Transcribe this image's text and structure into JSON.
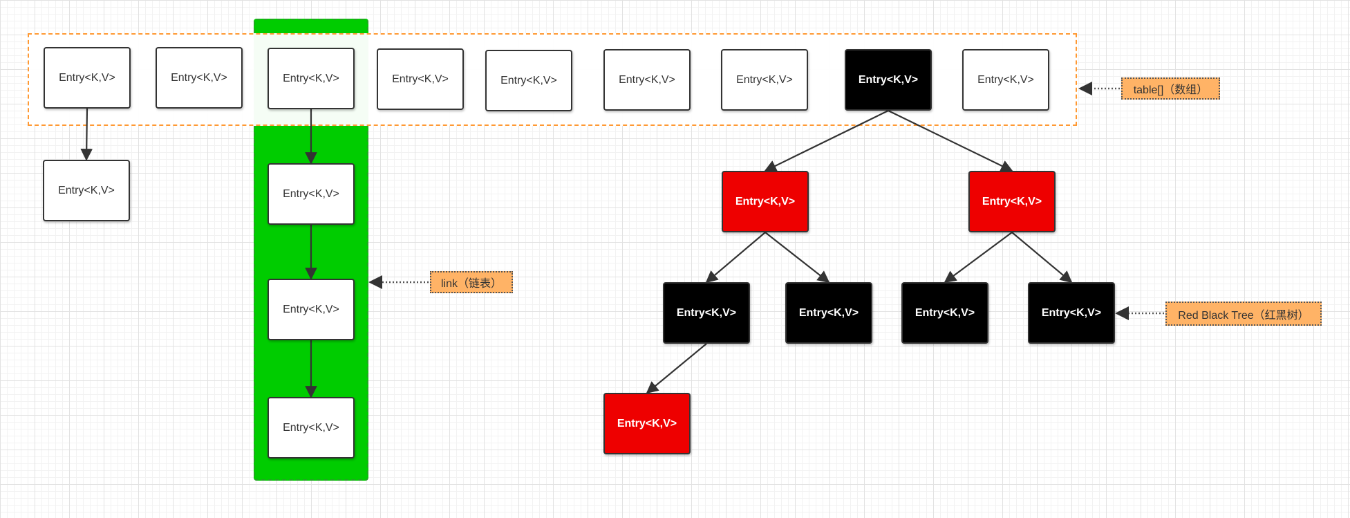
{
  "entry_label": "Entry<K,V>",
  "table_slots": [
    {
      "id": "t0",
      "color": "white"
    },
    {
      "id": "t1",
      "color": "white"
    },
    {
      "id": "t2",
      "color": "white"
    },
    {
      "id": "t3",
      "color": "white"
    },
    {
      "id": "t4",
      "color": "white"
    },
    {
      "id": "t5",
      "color": "white"
    },
    {
      "id": "t6",
      "color": "white"
    },
    {
      "id": "t7",
      "color": "black"
    },
    {
      "id": "t8",
      "color": "white"
    }
  ],
  "chain_short": [
    {
      "id": "c0",
      "color": "white"
    }
  ],
  "linked_list": [
    {
      "id": "l0",
      "color": "white"
    },
    {
      "id": "l1",
      "color": "white"
    },
    {
      "id": "l2",
      "color": "white"
    }
  ],
  "tree_nodes": [
    {
      "id": "r1",
      "color": "red"
    },
    {
      "id": "r2",
      "color": "red"
    },
    {
      "id": "b1",
      "color": "black"
    },
    {
      "id": "b2",
      "color": "black"
    },
    {
      "id": "b3",
      "color": "black"
    },
    {
      "id": "b4",
      "color": "black"
    },
    {
      "id": "r3",
      "color": "red"
    }
  ],
  "annotations": {
    "table": "table[]（数组）",
    "link": "link（链表）",
    "tree": "Red Black Tree（红黑树）"
  },
  "colors": {
    "list_highlight": "#00cc00",
    "array_border": "#ff9933",
    "red_node": "#ee0000",
    "black_node": "#000000",
    "note_fill": "#ffb366"
  }
}
